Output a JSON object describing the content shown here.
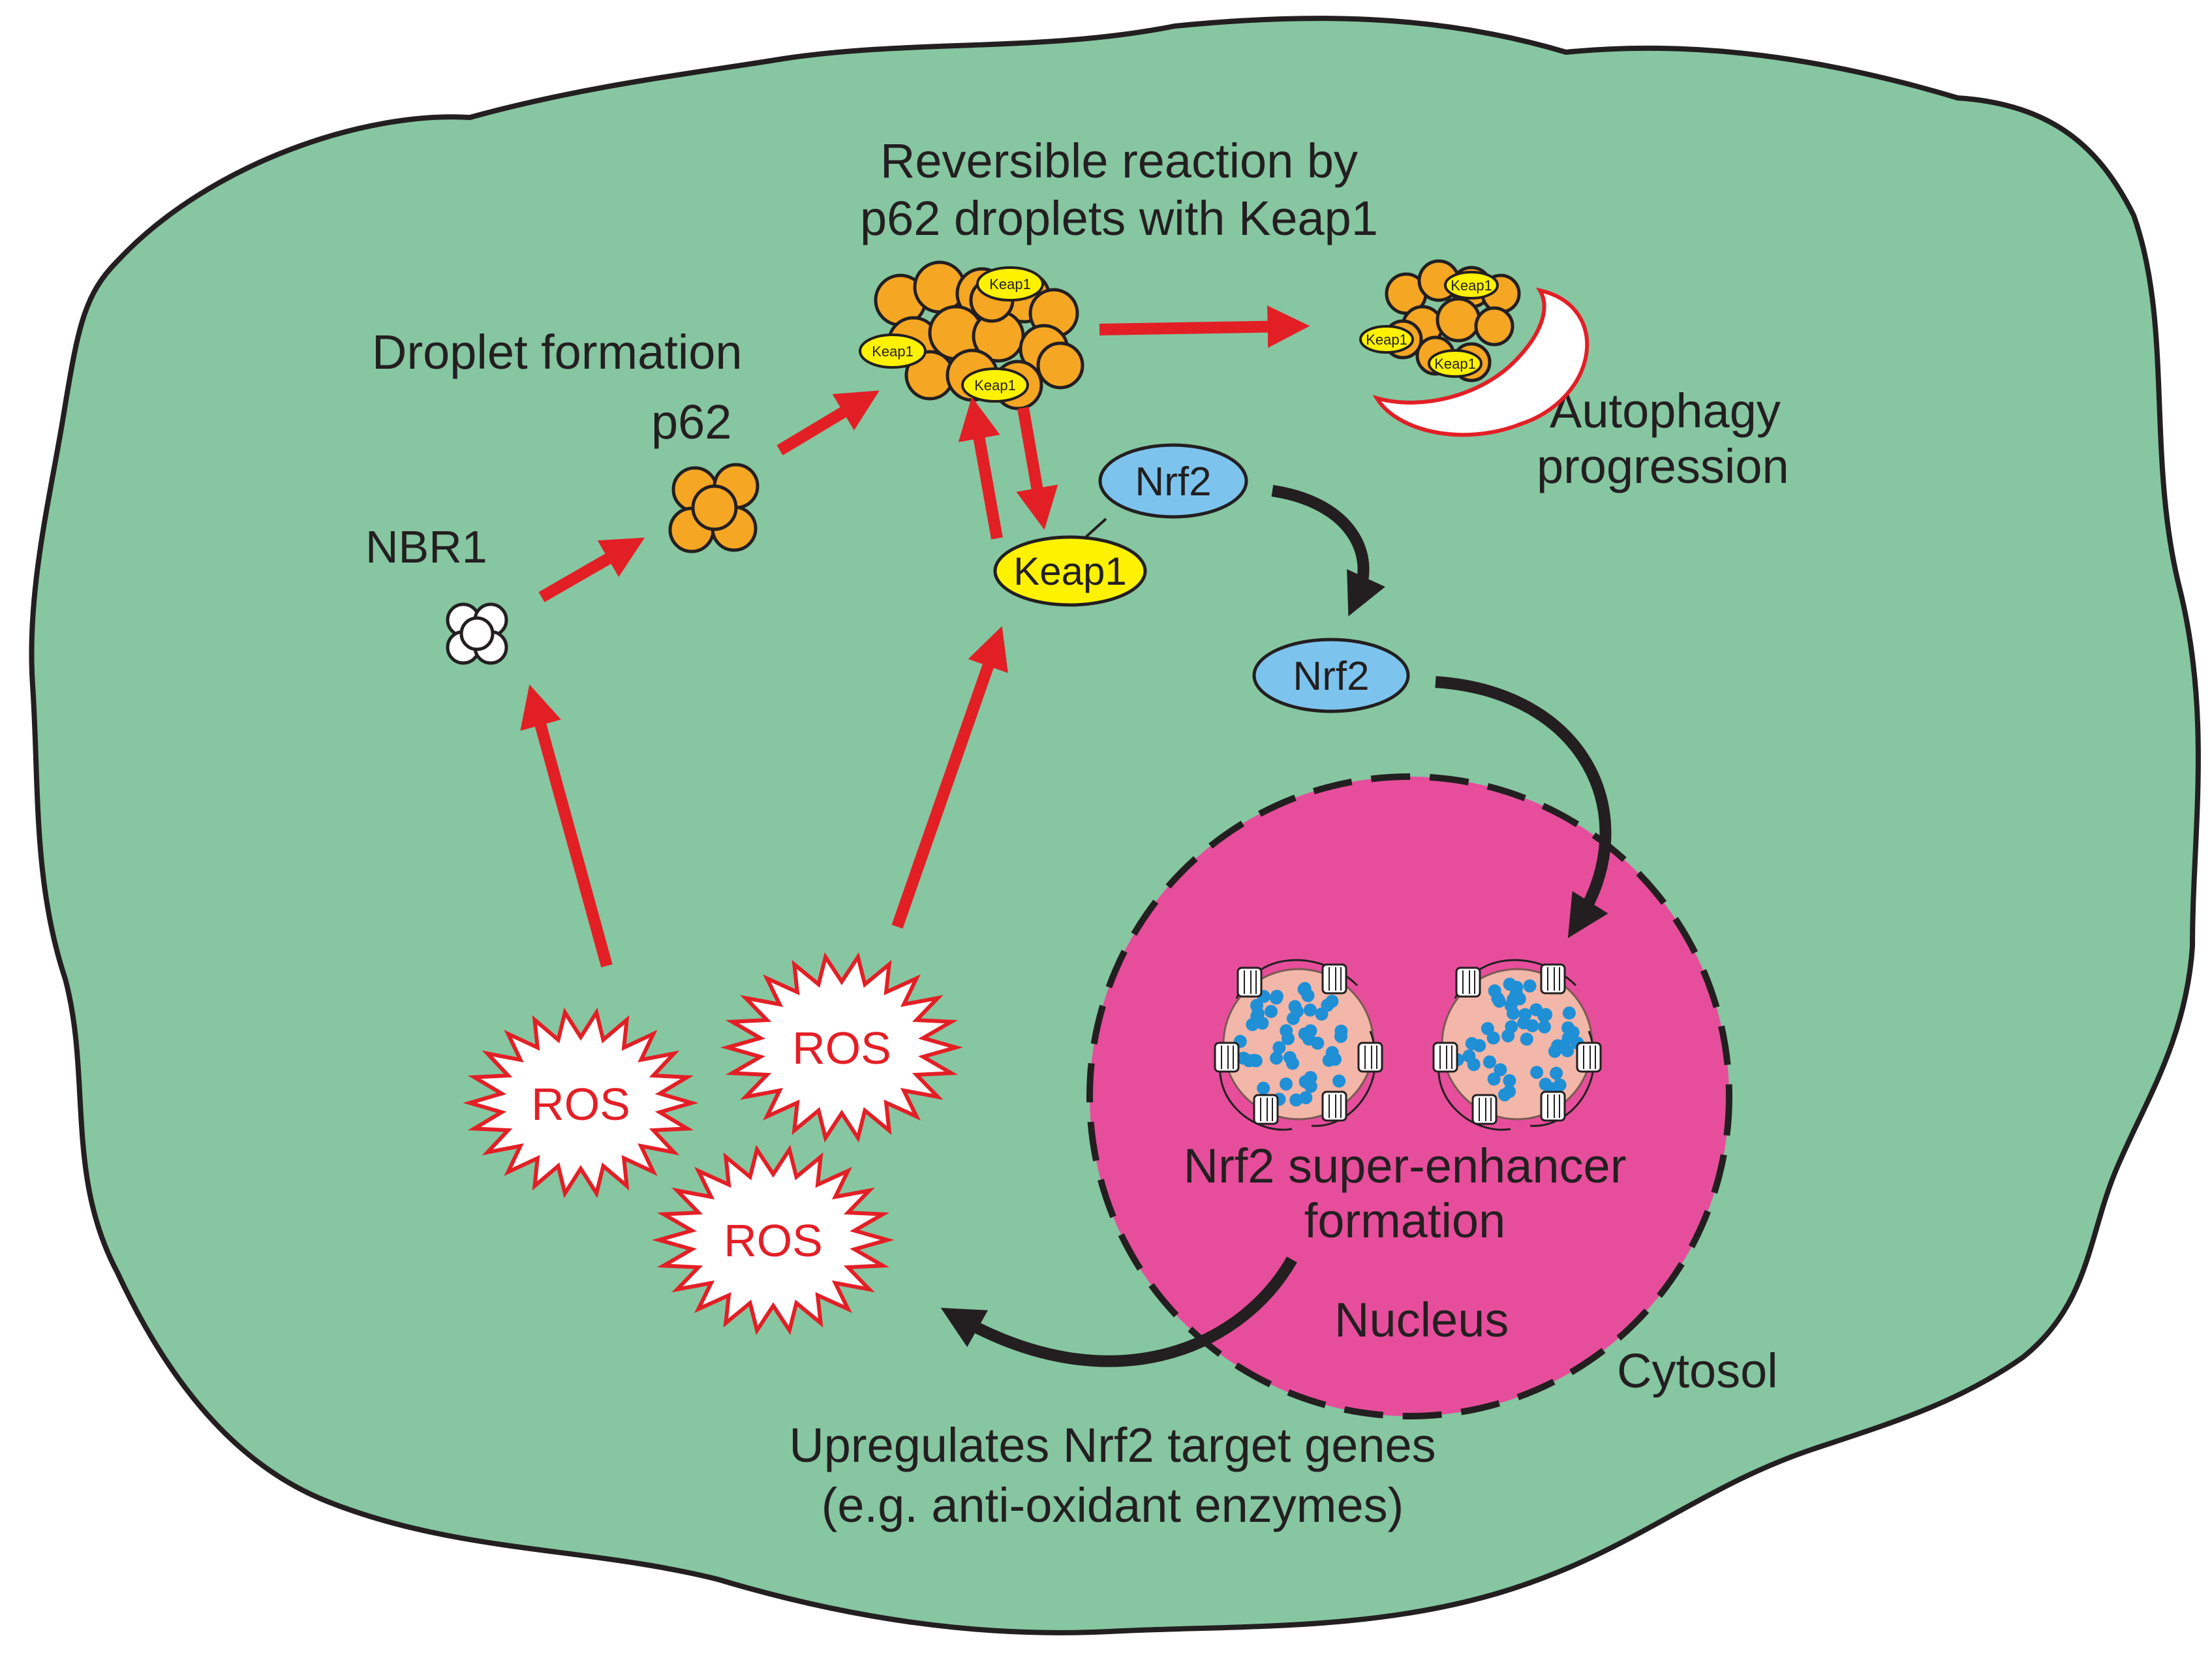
{
  "labels": {
    "reversible_line1": "Reversible reaction by",
    "reversible_line2": "p62 droplets with Keap1",
    "droplet_formation": "Droplet formation",
    "p62": "p62",
    "nbr1": "NBR1",
    "nrf2": "Nrf2",
    "keap1": "Keap1",
    "autophagy_line1": "Autophagy",
    "autophagy_line2": "progression",
    "ros": "ROS",
    "super_enhancer_line1": "Nrf2 super-enhancer",
    "super_enhancer_line2": "formation",
    "nucleus": "Nucleus",
    "cytosol": "Cytosol",
    "upregulates_line1": "Upregulates Nrf2 target genes",
    "upregulates_line2": "(e.g. anti-oxidant enzymes)"
  },
  "colors": {
    "cell": "#86c6a1",
    "nucleus": "#e64e9b",
    "p62_droplet": "#f5a623",
    "keap1": "#fff200",
    "nrf2": "#7cc4ee",
    "red_arrow": "#e31f26",
    "black_arrow": "#231f20",
    "enhancer_blob": "#f2b7a8",
    "enhancer_dot": "#1f8fd6"
  }
}
